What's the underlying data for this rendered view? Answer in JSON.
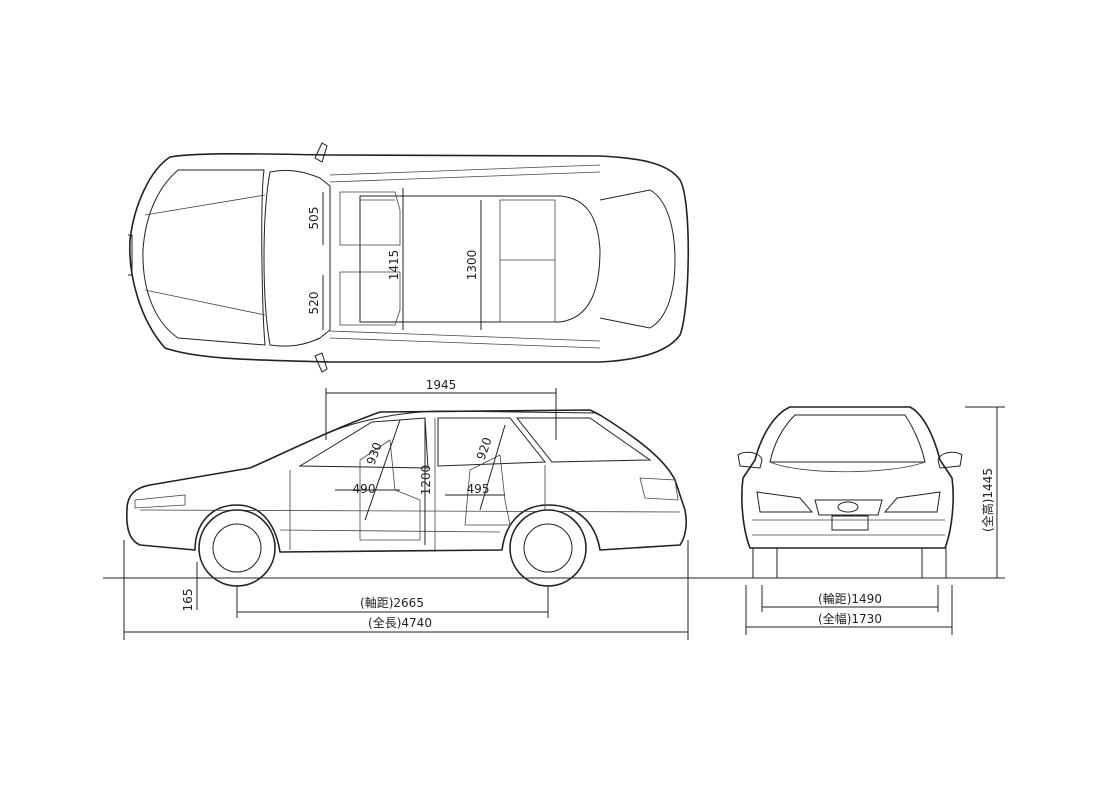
{
  "dimensions": {
    "top_front_seat_width": "505",
    "top_rear_seat_width": "520",
    "top_cabin_width": "1415",
    "top_interior_width": "1300",
    "side_roof_length": "1945",
    "side_front_headroom": "930",
    "side_front_seat_depth": "490",
    "side_cabin_height": "1200",
    "side_rear_headroom": "920",
    "side_rear_seat_depth": "495",
    "ground_clearance": "165",
    "wheelbase": "(軸距)2665",
    "overall_length": "(全長)4740",
    "track": "(輪距)1490",
    "overall_width": "(全幅)1730",
    "overall_height": "(全高)1445"
  }
}
